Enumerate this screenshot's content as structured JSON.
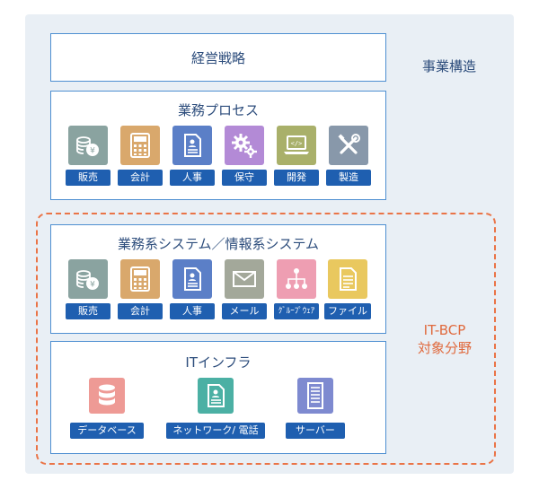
{
  "colors": {
    "frame": "#4e8fd1",
    "tag_bg": "#1f5fb0",
    "dash": "#ea7447",
    "background": "#e9eff5"
  },
  "strategy": {
    "title": "経営戦略"
  },
  "structure_label": "事業構造",
  "business_process": {
    "title": "業務プロセス",
    "items": [
      {
        "label": "販売",
        "icon": "coins-icon",
        "color": "#8aa3a0"
      },
      {
        "label": "会計",
        "icon": "calculator-icon",
        "color": "#d9a86c"
      },
      {
        "label": "人事",
        "icon": "id-document-icon",
        "color": "#5b7fc7"
      },
      {
        "label": "保守",
        "icon": "gears-icon",
        "color": "#b38ad6"
      },
      {
        "label": "開発",
        "icon": "laptop-code-icon",
        "color": "#a9b06a"
      },
      {
        "label": "製造",
        "icon": "tools-icon",
        "color": "#8898aa"
      }
    ]
  },
  "systems": {
    "title": "業務系システム／情報系システム",
    "items": [
      {
        "label": "販売",
        "icon": "coins-icon",
        "color": "#8aa3a0"
      },
      {
        "label": "会計",
        "icon": "calculator-icon",
        "color": "#d9a86c"
      },
      {
        "label": "人事",
        "icon": "id-document-icon",
        "color": "#5b7fc7"
      },
      {
        "label": "メール",
        "icon": "mail-icon",
        "color": "#a3a89a"
      },
      {
        "label": "ｸﾞﾙｰﾌﾟｳｪｱ",
        "icon": "org-chart-icon",
        "color": "#ee9eb2"
      },
      {
        "label": "ファイル",
        "icon": "file-icon",
        "color": "#e9c85f"
      }
    ]
  },
  "infra": {
    "title": "ITインフラ",
    "items": [
      {
        "label": "データベース",
        "icon": "database-icon",
        "color": "#ee9a95"
      },
      {
        "label": "ネットワーク/ 電話",
        "icon": "id-document-icon",
        "color": "#4bb0a4"
      },
      {
        "label": "サーバー",
        "icon": "server-icon",
        "color": "#7e8ad0"
      }
    ]
  },
  "scope_label": {
    "line1": "IT-BCP",
    "line2": "対象分野"
  }
}
